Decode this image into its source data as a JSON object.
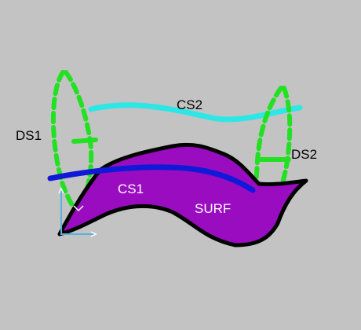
{
  "colors": {
    "background": "#c3c3c3",
    "surface_fill": "#9a0cc0",
    "surface_outline": "#000000",
    "cs1": "#1019d8",
    "cs2": "#2ee6e6",
    "ds": "#22e022",
    "axes": "#5ab0e0",
    "label_dark": "#000000",
    "label_light": "#ffffff"
  },
  "labels": {
    "ds1": "DS1",
    "cs2": "CS2",
    "ds2": "DS2",
    "cs1": "CS1",
    "surf": "SURF"
  }
}
